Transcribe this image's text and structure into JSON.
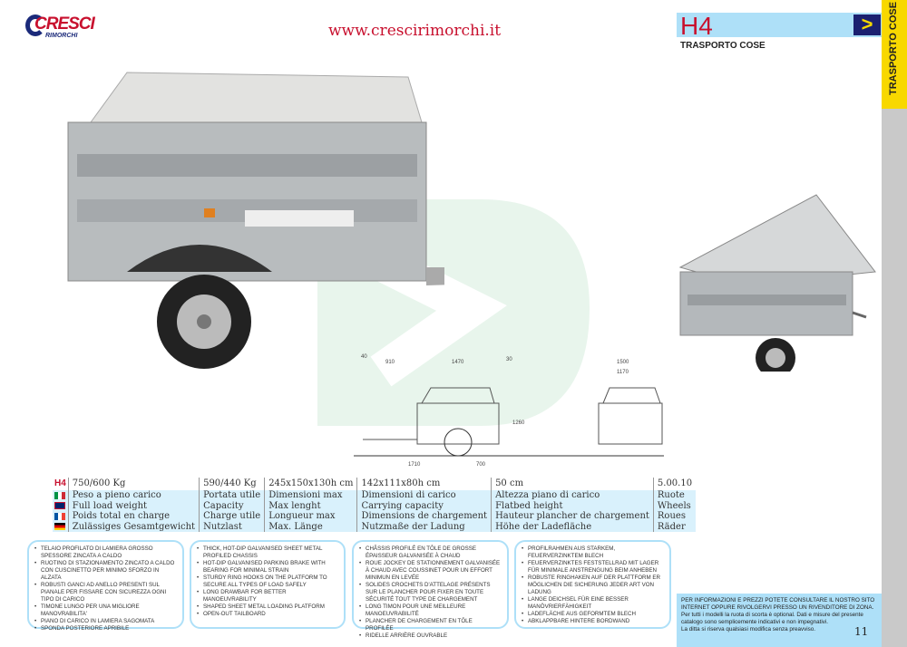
{
  "header": {
    "logo_text": "CRESCI",
    "logo_sub": "RIMORCHI",
    "url": "www.crescirimorchi.it",
    "model": "H4",
    "category": "TRASPORTO COSE",
    "side_tab": "TRASPORTO COSE",
    "arrow": ">"
  },
  "drawing": {
    "dims": [
      "40",
      "910",
      "1470",
      "30",
      "1500",
      "1170",
      "1260",
      "1710",
      "700"
    ]
  },
  "specs": {
    "model": "H4",
    "values": [
      "750/600 Kg",
      "590/440 Kg",
      "245x150x130h cm",
      "142x111x80h cm",
      "50 cm",
      "5.00.10"
    ],
    "rows": [
      {
        "lang": "it",
        "cells": [
          "Peso a pieno carico",
          "Portata utile",
          "Dimensioni max",
          "Dimensioni di carico",
          "Altezza piano di carico",
          "Ruote"
        ]
      },
      {
        "lang": "en",
        "cells": [
          "Full load weight",
          "Capacity",
          "Max lenght",
          "Carrying capacity",
          "Flatbed height",
          "Wheels"
        ]
      },
      {
        "lang": "fr",
        "cells": [
          "Poids total en charge",
          "Charge utile",
          "Longueur max",
          "Dimensions de chargement",
          "Hauteur plancher de chargement",
          "Roues"
        ]
      },
      {
        "lang": "de",
        "cells": [
          "Zulässiges Gesamtgewicht",
          "Nutzlast",
          "Max. Länge",
          "Nutzmaße der Ladung",
          "Höhe der Ladefläche",
          "Räder"
        ]
      }
    ]
  },
  "features": [
    [
      "Telaio profilato di lamiera grosso spessore zincata a caldo",
      "Ruotino di stazionamento zincato a caldo con cuscinetto per minimo sforzo in alzata",
      "Robusti ganci ad anello presenti sul pianale per fissare con sicurezza ogni tipo di carico",
      "Timone lungo per una migliore manovrabilita'",
      "Piano di carico in lamiera sagomata",
      "Sponda posteriore apribile"
    ],
    [
      "Thick, hot-dip galvanised sheet metal profiled chassis",
      "Hot-dip galvanised parking brake with bearing for minimal strain",
      "Sturdy ring hooks on the platform to secure all types of load safely",
      "Long drawbar for better manoeuvrability",
      "Shaped sheet metal loading platform",
      "Open-out tailboard"
    ],
    [
      "Châssis profilé en tôle de grosse épaisseur galvanisée à chaud",
      "Roue jockey de stationnement galvanisée à chaud avec coussinet pour un effort minimun en levée",
      "Solides crochets d'attelage présents sur le plancher pour fixer en toute sécurité tout type de chargement",
      "Long timon pour une meilleure manoeuvrabilité",
      "Plancher de chargement en tôle profilée",
      "Ridelle arrière ouvrable"
    ],
    [
      "Profilrahmen aus starkem, feuerverzinktem Blech",
      "Feuerverzinktes Feststellrad mit Lager für minimale Anstrengung beim Anheben",
      "Robuste Ringhaken auf der Plattform er möglichen die Sicherung jeder Art von Ladung",
      "Lange Deichsel für eine besser Manövrierfähigkeit",
      "Ladefläche aus geformtem Blech",
      "Abklappbare hintere Bordwand"
    ]
  ],
  "info": {
    "line1": "PER INFORMAZIONI E PREZZI POTETE CONSULTARE IL NOSTRO SITO INTERNET OPPURE RIVOLGERVI PRESSO UN RIVENDITORE DI ZONA.",
    "line2": "Per tutti i modelli la ruota di scorta è optional. Dati e misure del presente catalogo sono semplicemente indicativi e non impegnativi.",
    "line3": "La ditta si riserva qualsiasi modifica senza preavviso.",
    "page": "11"
  }
}
